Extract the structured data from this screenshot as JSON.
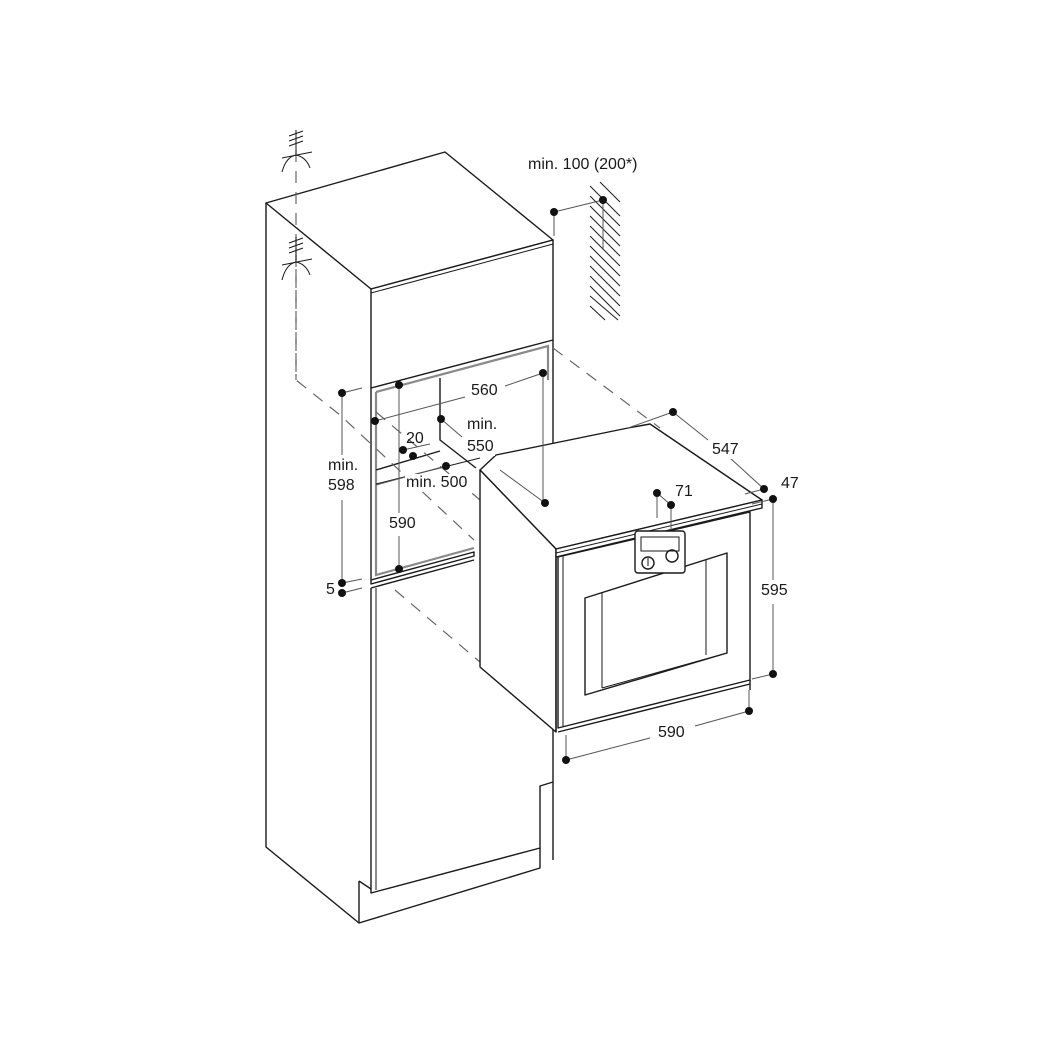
{
  "diagram": {
    "title": "Built-in oven installation dimensions (mm)",
    "colors": {
      "line": "#1a1a1a",
      "dimension": "#555555",
      "background": "#ffffff"
    },
    "labels": {
      "wall_clearance": "min. 100 (200*)",
      "niche_width": "560",
      "niche_depth_min_line1": "min.",
      "niche_depth_min_line2": "550",
      "rear_gap": "20",
      "shelf_depth": "min. 500",
      "niche_height_min_line1": "min.",
      "niche_height_min_line2": "598",
      "niche_height": "590",
      "shelf_thickness": "5",
      "oven_depth": "547",
      "front_depth": "47",
      "control_panel_offset": "71",
      "oven_height": "595",
      "oven_width": "590"
    },
    "symbols": {
      "ventilation_top": "ventilation-arrow-icon",
      "ventilation_mid": "ventilation-arrow-icon",
      "wall": "hatched-wall-icon"
    }
  }
}
